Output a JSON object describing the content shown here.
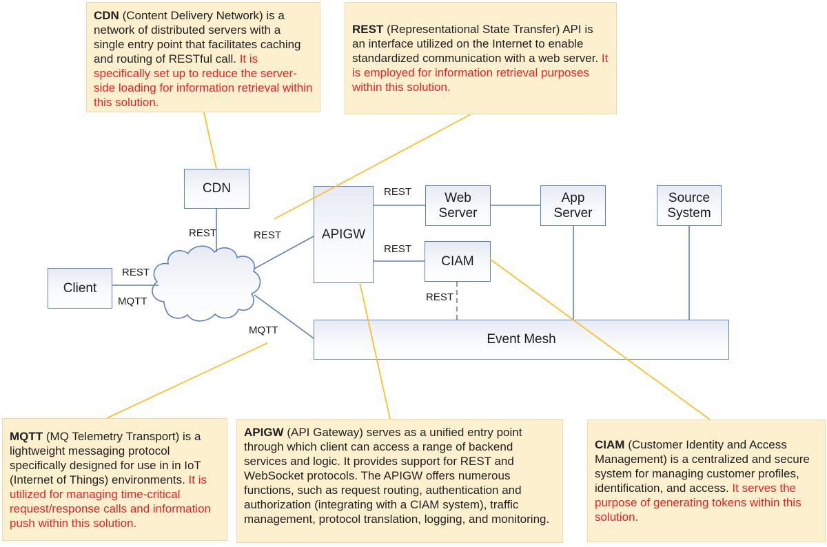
{
  "colors": {
    "node_border_blue": "#5b7fc0",
    "connector_blue": "#5b7fc0",
    "callout_yellow": "#fdbf2d",
    "note_fill": "#fdf0cf",
    "note_border": "#eedaa9",
    "text_black": "#212121",
    "text_red": "#ed2024"
  },
  "nodes": {
    "cdn": {
      "label": "CDN"
    },
    "client": {
      "label": "Client"
    },
    "apigw": {
      "label": "APIGW"
    },
    "web_server": {
      "label": "Web Server"
    },
    "app_server": {
      "label": "App Server"
    },
    "source_system": {
      "label": "Source System"
    },
    "ciam": {
      "label": "CIAM"
    },
    "event_mesh": {
      "label": "Event Mesh"
    },
    "cloud": {
      "label": ""
    }
  },
  "edge_labels": {
    "client_rest": "REST",
    "client_mqtt": "MQTT",
    "cdn_rest": "REST",
    "cloud_apigw_rest": "REST",
    "mesh_mqtt": "MQTT",
    "apigw_web_rest": "REST",
    "apigw_ciam_rest": "REST",
    "ciam_mesh_rest": "REST"
  },
  "notes": {
    "cdn": {
      "term": "CDN",
      "body": "(Content Delivery Network) is a network of distributed servers with a single entry point that facilitates caching and routing of RESTful call.",
      "highlight": "It is specifically set up to reduce the server-side loading for information retrieval within this solution."
    },
    "rest": {
      "term": "REST",
      "body": "(Representational State Transfer) API is an interface utilized on the Internet to enable standardized communication with a web server.",
      "highlight": "It is employed for information retrieval purposes within this solution."
    },
    "mqtt": {
      "term": "MQTT",
      "body": "(MQ Telemetry Transport) is a lightweight messaging protocol specifically designed for use in in IoT (Internet of Things) environments.",
      "highlight": "It is utilized for managing time-critical request/response calls and information push within this solution."
    },
    "apigw": {
      "term": "APIGW",
      "body": "(API Gateway) serves as a unified entry point through which client can access a range of backend services and logic. It provides support for REST and WebSocket protocols. The APIGW offers numerous functions, such as request routing, authentication and authorization (integrating with a CIAM system), traffic management, protocol translation, logging, and monitoring.",
      "highlight": ""
    },
    "ciam": {
      "term": "CIAM",
      "body": "(Customer Identity and Access Management) is a centralized and secure system for managing customer profiles, identification, and access.",
      "highlight": "It serves the purpose of generating tokens within this solution."
    }
  }
}
